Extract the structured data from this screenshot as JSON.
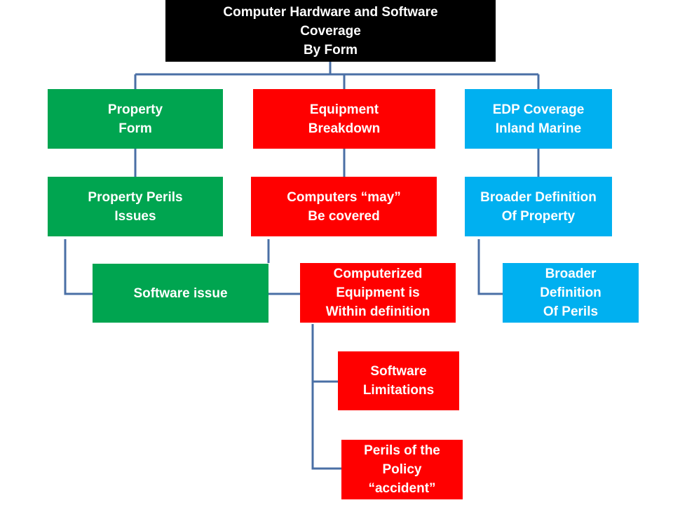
{
  "diagram": {
    "title": "Computer Hardware and Software\nCoverage\nBy Form",
    "nodes": {
      "property_form": "Property\nForm",
      "equipment_breakdown": "Equipment\nBreakdown",
      "edp_coverage": "EDP Coverage\nInland Marine",
      "property_perils": "Property Perils\nIssues",
      "computers_may": "Computers “may”\nBe covered",
      "broader_property": "Broader Definition\nOf Property",
      "software_issue": "Software issue",
      "computerized_equipment": "Computerized\nEquipment is\nWithin definition",
      "broader_perils": "Broader\nDefinition\nOf Perils",
      "software_limitations": "Software\nLimitations",
      "perils_of_policy": "Perils of the\nPolicy\n“accident”"
    },
    "colors": {
      "root": "#000000",
      "property_branch": "#00a550",
      "equipment_branch": "#ff0000",
      "edp_branch": "#00b0f0",
      "connector": "#4a6fa5"
    }
  }
}
